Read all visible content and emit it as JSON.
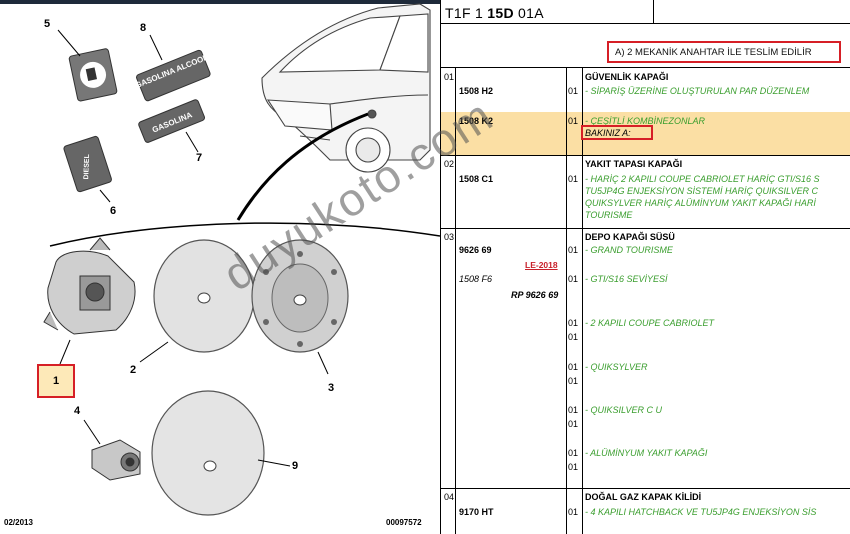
{
  "diagram": {
    "callouts": {
      "c1": "1",
      "c2": "2",
      "c3": "3",
      "c4": "4",
      "c5": "5",
      "c6": "6",
      "c7": "7",
      "c8": "8",
      "c9": "9"
    },
    "decals": {
      "gasolina_alcool": "GASOLINA ALCOOL",
      "gasolina": "GASOLINA",
      "diesel": "DIESEL"
    },
    "footer_left": "02/2013",
    "footer_right": "00097572"
  },
  "parts_list": {
    "reference": {
      "prefix": "T1F 1 ",
      "bold": "15D",
      "suffix": " 01A"
    },
    "note": "A) 2 MEKANİK ANAHTAR İLE TESLİM EDİLİR",
    "groups": [
      {
        "num": "01",
        "title": "GÜVENLİK KAPAĞI",
        "rows": [
          {
            "part": "1508 H2",
            "qty": "01",
            "desc": "- SİPARİŞ ÜZERİNE OLUŞTURULAN PAR DÜZENLEM"
          },
          {
            "part": "1508 K2",
            "qty": "01",
            "desc": "- ÇEŞİTLİ KOMBİNEZONLAR",
            "extra": "BAKINIZ A:"
          }
        ]
      },
      {
        "num": "02",
        "title": "YAKIT TAPASI KAPAĞI",
        "part": "1508 C1",
        "qty": "01",
        "desc_lines": [
          "- HARİÇ 2 KAPILI COUPE CABRIOLET HARİÇ GTI/S16 S",
          "TU5JP4G ENJEKSİYON SİSTEMİ HARİÇ QUIKSILVER C",
          "QUIKSYLVER HARİÇ ALÜMİNYUM YAKIT KAPAĞI HARİ",
          "TOURISME"
        ]
      },
      {
        "num": "03",
        "title": "DEPO KAPAĞI SÜSÜ",
        "part": "9626 69",
        "part_alt": "1508 F6",
        "ref_red": "LE-2018",
        "rp": "RP 9626 69",
        "rows": [
          {
            "qty": [
              "01"
            ],
            "desc": "- GRAND TOURISME"
          },
          {
            "qty": [
              "01"
            ],
            "desc": "- GTI/S16 SEVİYESİ"
          },
          {
            "qty": [
              "01",
              "01"
            ],
            "desc": "- 2 KAPILI COUPE CABRIOLET"
          },
          {
            "qty": [
              "01",
              "01"
            ],
            "desc": "- QUIKSYLVER"
          },
          {
            "qty": [
              "01",
              "01"
            ],
            "desc": "- QUIKSILVER C U"
          },
          {
            "qty": [
              "01",
              "01"
            ],
            "desc": "- ALÜMİNYUM YAKIT KAPAĞI"
          }
        ]
      },
      {
        "num": "04",
        "title": "DOĞAL GAZ KAPAK KİLİDİ",
        "part": "9170 HT",
        "qty": "01",
        "desc": "- 4 KAPILI HATCHBACK VE TU5JP4G ENJEKSİYON SİS"
      }
    ]
  },
  "watermark": "duyukoto.com",
  "colors": {
    "highlight": "#fbdfa4",
    "red_box": "#d61f26",
    "green_text": "#3a9e2e",
    "ref_red": "#c8202a"
  }
}
